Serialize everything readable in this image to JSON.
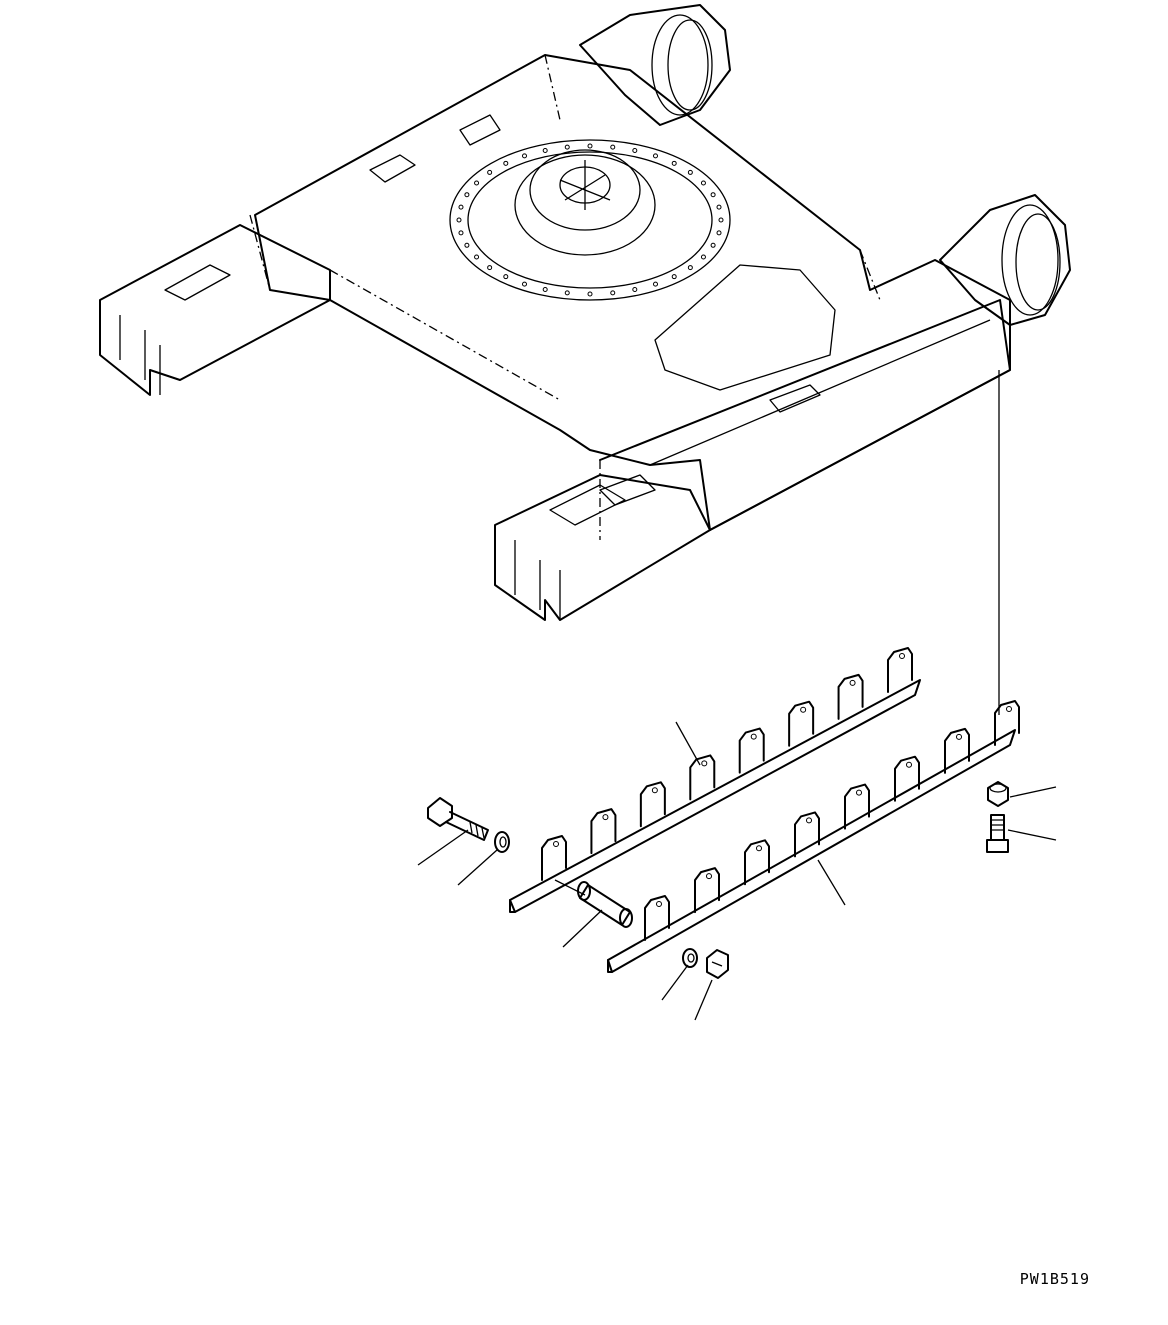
{
  "figure": {
    "drawing_code": "PW1B519"
  },
  "parts": [
    {
      "name": "track-frame"
    },
    {
      "name": "track-guard-upper"
    },
    {
      "name": "track-guard-lower"
    },
    {
      "name": "bolt"
    },
    {
      "name": "washer"
    },
    {
      "name": "spacer-pipe"
    },
    {
      "name": "nut"
    },
    {
      "name": "plain-washer"
    },
    {
      "name": "guard-nut"
    },
    {
      "name": "guard-bolt"
    }
  ]
}
